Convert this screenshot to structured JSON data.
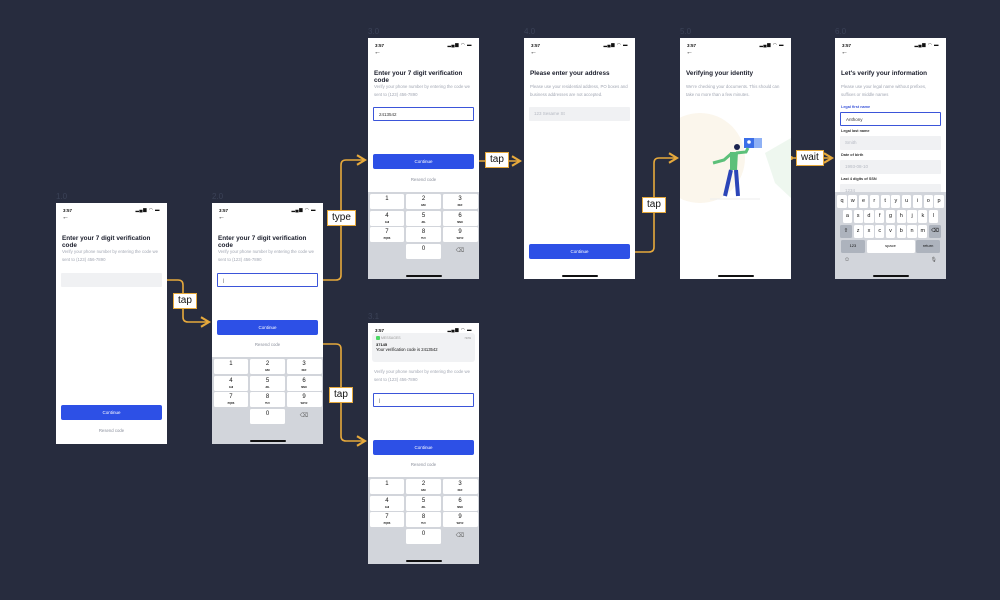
{
  "screen_labels": {
    "s1": "1.0",
    "s2": "2.0",
    "s3": "3.0",
    "s4": "4.0",
    "s5": "5.0",
    "s6": "6.0",
    "s31": "3.1"
  },
  "status": {
    "time": "3:57",
    "icons": "▂▄▆ ◠ ▬"
  },
  "back": "←",
  "code_screen": {
    "title": "Enter your 7 digit verification code",
    "subtitle": "Verify your phone number by entering the code we sent to (123) 456-7890",
    "code_value": "2413542",
    "continue": "Continue",
    "resend": "Resend code"
  },
  "notification": {
    "app": "MESSAGES",
    "when": "now",
    "sender": "37145",
    "message": "Your verification code is 2413542"
  },
  "address_screen": {
    "title": "Please enter your address",
    "subtitle": "Please use your residential address, PO boxes and business addresses are not accepted.",
    "placeholder": "123 Sesame St",
    "continue": "Continue"
  },
  "verifying_screen": {
    "title": "Verifying your identity",
    "subtitle": "We're checking your documents. This should can take no more than a few minutes."
  },
  "info_screen": {
    "title": "Let's verify your information",
    "subtitle": "Please use your legal name without prefixes, suffixes or middle names",
    "first_name_label": "Legal first name",
    "first_name_value": "Anthony",
    "last_name_label": "Legal last name",
    "last_name_placeholder": "Smith",
    "dob_label": "Date of birth",
    "dob_placeholder": "1993-08-10",
    "ssn_label": "Last 4 digits of SSN",
    "ssn_placeholder": "1234"
  },
  "keypad": [
    {
      "n": "1",
      "l": ""
    },
    {
      "n": "2",
      "l": "ABC"
    },
    {
      "n": "3",
      "l": "DEF"
    },
    {
      "n": "4",
      "l": "GHI"
    },
    {
      "n": "5",
      "l": "JKL"
    },
    {
      "n": "6",
      "l": "MNO"
    },
    {
      "n": "7",
      "l": "PQRS"
    },
    {
      "n": "8",
      "l": "TUV"
    },
    {
      "n": "9",
      "l": "WXYZ"
    },
    {
      "n": "",
      "l": ""
    },
    {
      "n": "0",
      "l": ""
    },
    {
      "n": "⌫",
      "l": ""
    }
  ],
  "keyboard": {
    "rows": [
      [
        "q",
        "w",
        "e",
        "r",
        "t",
        "y",
        "u",
        "i",
        "o",
        "p"
      ],
      [
        "a",
        "s",
        "d",
        "f",
        "g",
        "h",
        "j",
        "k",
        "l"
      ],
      [
        "⇧",
        "z",
        "x",
        "c",
        "v",
        "b",
        "n",
        "m",
        "⌫"
      ]
    ],
    "numbers": "123",
    "space": "space",
    "return": "return",
    "emoji": "☺",
    "mic": "🎙"
  },
  "actions": {
    "tap1": "tap",
    "type": "type",
    "tap2": "tap",
    "tap3": "tap",
    "tap4": "tap",
    "wait": "wait"
  },
  "colors": {
    "background": "#272c3e",
    "accent": "#2d50e6",
    "connector": "#e6a93c"
  }
}
